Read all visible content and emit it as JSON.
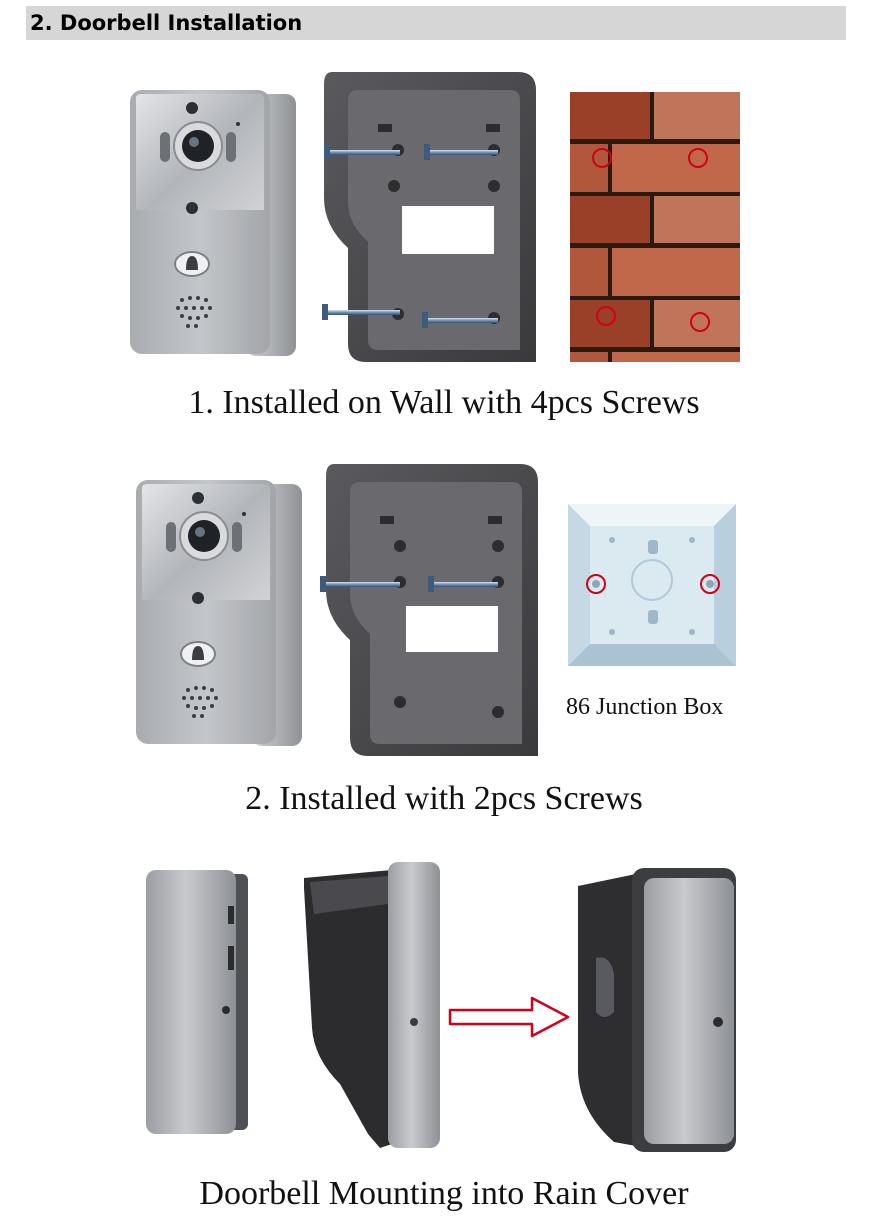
{
  "header": {
    "title": "2. Doorbell Installation"
  },
  "section1": {
    "caption": "1. Installed on Wall with 4pcs Screws"
  },
  "section2": {
    "caption": "2. Installed with 2pcs Screws",
    "junction_box_label": "86 Junction Box"
  },
  "section3": {
    "caption": "Doorbell Mounting into Rain Cover"
  },
  "colors": {
    "header_bg": "#d6d6d6",
    "marker_red": "#d0021b",
    "brick": "#a4492e",
    "cover": "#4a4a4e",
    "doorbell_metal": "#b9bcc0"
  }
}
